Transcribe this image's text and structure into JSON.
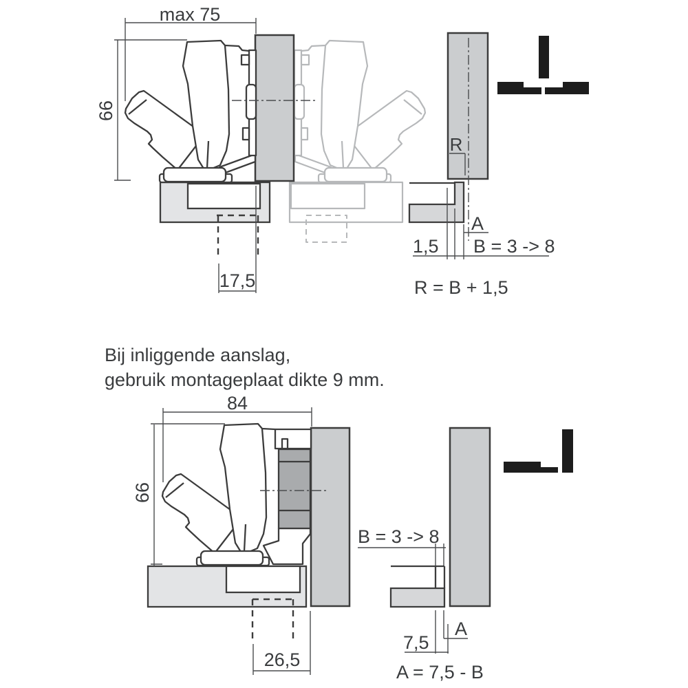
{
  "figure1": {
    "name": "hinge overlay application drawing",
    "width_label": "max 75",
    "height_label": "66",
    "drill_label": "17,5",
    "r_label": "R",
    "a_label": "A",
    "gap_label": "1,5",
    "b_label": "B = 3 -> 8",
    "formula": "R = B + 1,5"
  },
  "note": {
    "line1": "Bij inliggende aanslag,",
    "line2": "gebruik montageplaat dikte 9 mm."
  },
  "figure2": {
    "name": "hinge inset application drawing",
    "width_label": "84",
    "height_label": "66",
    "drill_label": "26,5",
    "b_label": "B = 3 -> 8",
    "gap_label": "7,5",
    "a_label": "A",
    "formula": "A = 7,5 - B"
  },
  "icons": {
    "top": "half-overlay-application-icon",
    "bottom": "inset-application-icon"
  },
  "colors": {
    "ink": "#3c3c3c",
    "text": "#3a3c3e",
    "ghost": "#b6b8ba",
    "panel_fill": "#cbcdcf",
    "cabinet_fill": "#e3e4e6",
    "cup_fill": "#a9abad",
    "section_fill": "#d6d7d9",
    "icon_fill": "#1d1d1d",
    "white": "#ffffff"
  }
}
